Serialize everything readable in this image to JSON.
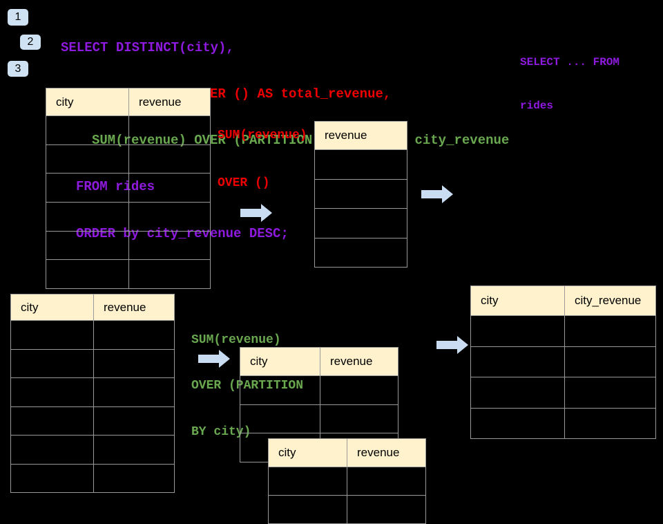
{
  "colors": {
    "background": "#000000",
    "sql_purple": "#8F1ADF",
    "sql_red": "#EE0000",
    "sql_green": "#6AA84F",
    "table_header_bg": "#FFF2CC",
    "table_border": "#999999",
    "arrow_fill": "#C9DCF2",
    "badge_bg": "#CFE2F3"
  },
  "icons": {
    "flow_arrow": "right-block-arrow"
  },
  "badges": [
    {
      "label": "1"
    },
    {
      "label": "2"
    },
    {
      "label": "3"
    }
  ],
  "code_block": {
    "lines": [
      {
        "text": "SELECT DISTINCT(city),",
        "color": "purple"
      },
      {
        "text": "SUM(revenue) OVER () AS total_revenue,",
        "color": "red"
      },
      {
        "text": "SUM(revenue) OVER (PARTITION BY city) as city_revenue",
        "color": "green"
      },
      {
        "text": "FROM rides",
        "color": "purple"
      },
      {
        "text": "ORDER by city_revenue DESC;",
        "color": "purple"
      }
    ]
  },
  "side_note": {
    "line1": "SELECT ... FROM",
    "line2": "rides"
  },
  "annotations": {
    "total": {
      "lines": [
        "SUM(revenue)",
        "OVER ()"
      ],
      "color": "red"
    },
    "partition": {
      "lines": [
        "SUM(revenue)",
        "OVER (PARTITION",
        "BY city)"
      ],
      "color": "green"
    }
  },
  "tables": {
    "source_top": {
      "headers": [
        "city",
        "revenue"
      ],
      "empty_rows": 6
    },
    "total_result": {
      "headers": [
        "revenue"
      ],
      "empty_rows": 4
    },
    "source_bottom": {
      "headers": [
        "city",
        "revenue"
      ],
      "empty_rows": 6
    },
    "partition_mid": {
      "headers": [
        "city",
        "revenue"
      ],
      "empty_rows": 3
    },
    "partition_overlay": {
      "headers": [
        "city",
        "revenue"
      ],
      "empty_rows": 2
    },
    "final_result": {
      "headers": [
        "city",
        "city_revenue"
      ],
      "empty_rows": 4
    }
  }
}
